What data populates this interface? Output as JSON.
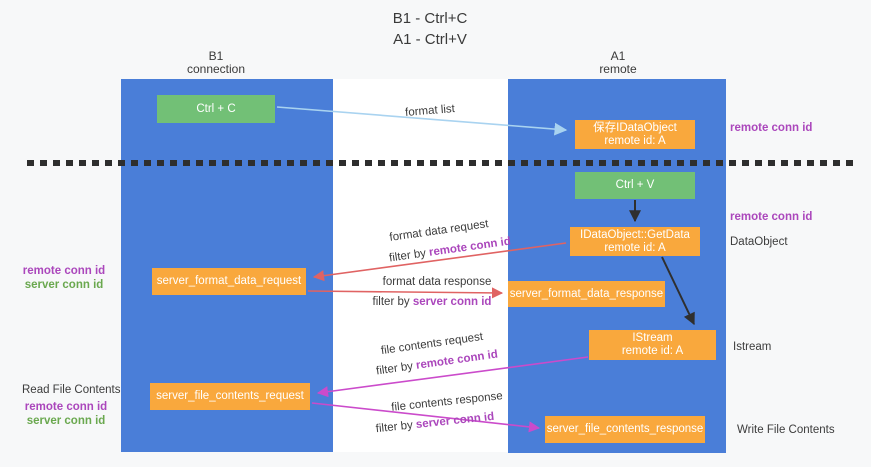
{
  "title": {
    "line1": "B1 - Ctrl+C",
    "line2": "A1 - Ctrl+V"
  },
  "columns": {
    "left": {
      "name": "B1",
      "role": "connection"
    },
    "right": {
      "name": "A1",
      "role": "remote"
    }
  },
  "boxes": {
    "ctrl_c": "Ctrl + C",
    "ctrl_v": "Ctrl + V",
    "save_idataobject": {
      "line1": "保存IDataObject",
      "line2": "remote id: A"
    },
    "getdata": {
      "line1": "IDataObject::GetData",
      "line2": "remote id: A"
    },
    "istream": {
      "line1": "IStream",
      "line2": "remote id: A"
    },
    "server_format_data_request": "server_format_data_request",
    "server_format_data_response": "server_format_data_response",
    "server_file_contents_request": "server_file_contents_request",
    "server_file_contents_response": "server_file_contents_response"
  },
  "arrow_labels": {
    "format_list": "format list",
    "format_data_request": "format data request",
    "format_data_response": "format data response",
    "file_contents_request": "file contents request",
    "file_contents_response": "file contents response",
    "filter_by": "filter by",
    "remote_conn_id": "remote conn id",
    "server_conn_id": "server conn id"
  },
  "side_labels": {
    "remote_conn_id": "remote conn id",
    "server_conn_id": "server conn id",
    "dataobject": "DataObject",
    "istream": "Istream",
    "read_file_contents": "Read File Contents",
    "write_file_contents": "Write File Contents"
  },
  "colors": {
    "lifeline_blue": "#4a7ed8",
    "box_green": "#72c076",
    "box_orange": "#f9a83d",
    "arrow_light_blue": "#a9d3f0",
    "arrow_red": "#e06363",
    "arrow_magenta": "#cb4bcb",
    "arrow_black": "#2f2f2f",
    "label_purple": "#ab47bc",
    "label_green": "#6aa84f",
    "dash_black": "#2e2e2e",
    "background": "#f7f8f9",
    "canvas_white": "#ffffff"
  }
}
